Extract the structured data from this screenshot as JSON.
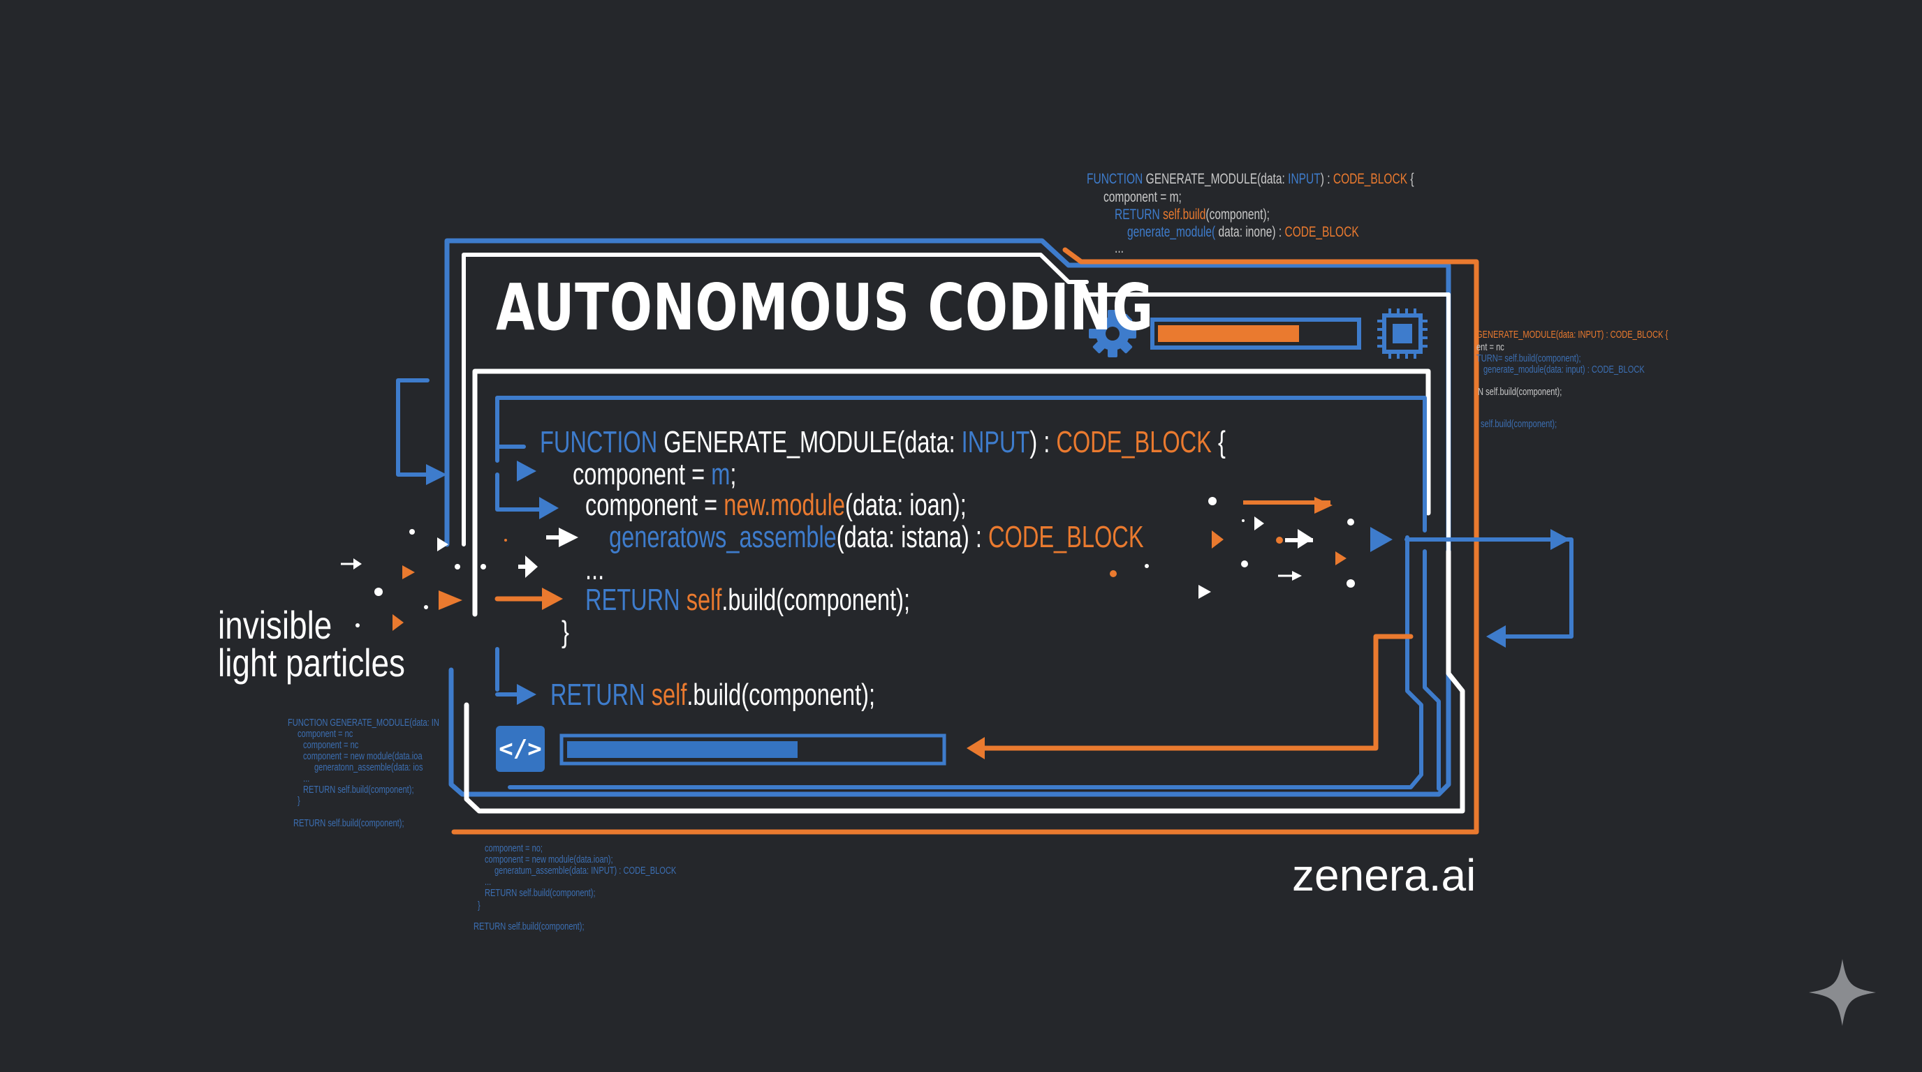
{
  "title": "AUTONOMOUS CODING",
  "brand": "zenera.ai",
  "side_label": {
    "line1": "invisible",
    "line2": "light particles"
  },
  "colors": {
    "background": "#25272b",
    "blue": "#3e7ccc",
    "orange": "#ea7a2f",
    "white": "#ffffff"
  },
  "icons": {
    "settings": "gear-icon",
    "processor": "chip-icon",
    "code": "code-brackets-icon",
    "sparkle": "sparkle-icon"
  },
  "top_progress": {
    "value": 0.72
  },
  "bottom_progress": {
    "value": 0.62
  },
  "code_main": {
    "l1": {
      "kw": "FUNCTION",
      "name": " GENERATE_MODULE(data: ",
      "type": "INPUT",
      "sep": ") : ",
      "ret": "CODE_BLOCK",
      "end": " {"
    },
    "l2": {
      "a": "component = ",
      "b": "m",
      "c": ";"
    },
    "l3": {
      "a": "component = ",
      "b": "new.module",
      "c": "(data: ioan);"
    },
    "l4": {
      "a": "generatows_assemble",
      "b": "(data: istana) : ",
      "c": "CODE_BLOCK"
    },
    "l5": "...",
    "l6": {
      "a": "RETURN",
      "b": " self",
      "c": ".build(component);"
    },
    "l7": "}",
    "l8": {
      "a": "RETURN",
      "b": " self",
      "c": ".build(component);"
    }
  },
  "snippet_top": {
    "l1": {
      "a": "FUNCTION",
      "b": " GENERATE_MODULE(data: ",
      "c": "INPUT",
      "d": ") : ",
      "e": "CODE_BLOCK",
      "f": " {"
    },
    "l2": "component = m;",
    "l3": {
      "a": "RETURN",
      "b": " self.build",
      "c": "(component);"
    },
    "l4": {
      "a": "generate_module(",
      "b": " data: inone) : ",
      "c": "CODE_BLOCK"
    },
    "l5": "..."
  },
  "snippet_right": {
    "l1": "GENERATE_MODULE(data: INPUT) : CODE_BLOCK {",
    "l2": "ent = nc",
    "l3": "TURN= self.build(component);",
    "l4": "generate_module(data: input) : CODE_BLOCK",
    "l5": "N self.build(component);",
    "l6": "self.build(component);"
  },
  "snippet_left": {
    "l1": "FUNCTION GENERATE_MODULE(data: IN",
    "l2": "component = nc",
    "l3": "component = nc",
    "l4": "component = new module(data.ioa",
    "l5": "generatonn_assemble(data: ios",
    "l6": "...",
    "l7": "RETURN self.build(component);",
    "l8": "}",
    "l9": "RETURN self.build(component);"
  },
  "snippet_bottom": {
    "l1": "component = no;",
    "l2": "component = new module(data.ioan);",
    "l3": "generatum_assemble(data: INPUT) : CODE_BLOCK",
    "l4": "...",
    "l5": "RETURN self.build(component);",
    "l6": "}",
    "l7": "RETURN self.build(component);"
  }
}
